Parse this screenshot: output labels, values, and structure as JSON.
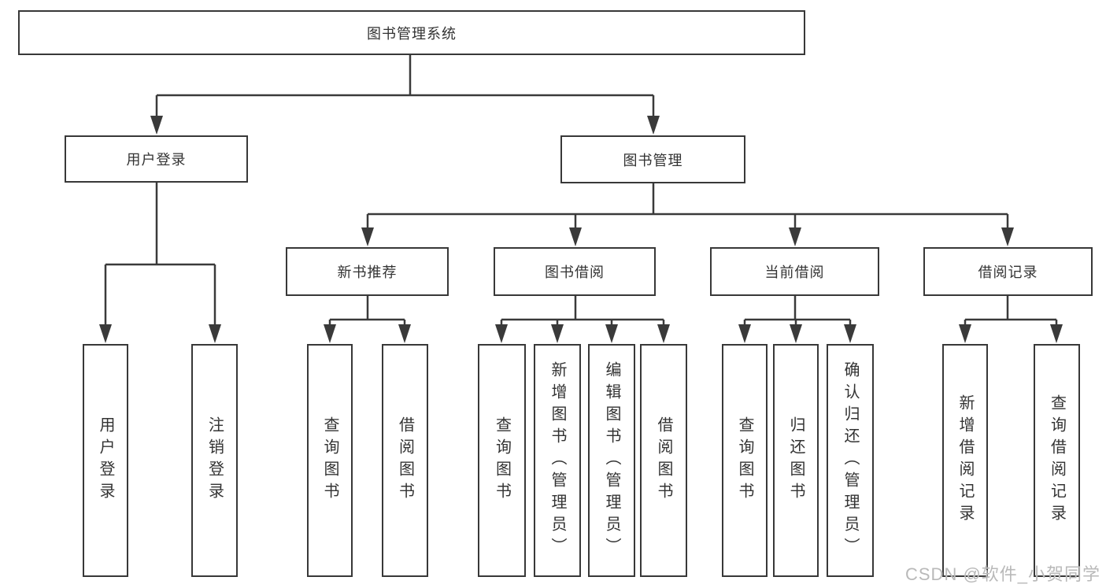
{
  "colors": {
    "line": "#3a3a3a",
    "box_border": "#383838",
    "text": "#333333",
    "watermark": "#b9b9b9",
    "background": "#ffffff"
  },
  "tree": {
    "root": "图书管理系统",
    "children": [
      {
        "label": "用户登录",
        "children": [
          "用户登录",
          "注销登录"
        ]
      },
      {
        "label": "图书管理",
        "children": [
          {
            "label": "新书推荐",
            "children": [
              "查询图书",
              "借阅图书"
            ]
          },
          {
            "label": "图书借阅",
            "children": [
              "查询图书",
              "新增图书（管理员）",
              "编辑图书（管理员）",
              "借阅图书"
            ]
          },
          {
            "label": "当前借阅",
            "children": [
              "查询图书",
              "归还图书",
              "确认归还（管理员）"
            ]
          },
          {
            "label": "借阅记录",
            "children": [
              "新增借阅记录",
              "查询借阅记录"
            ]
          }
        ]
      }
    ]
  },
  "watermark": {
    "text": "CSDN @软件_小贺同学"
  }
}
